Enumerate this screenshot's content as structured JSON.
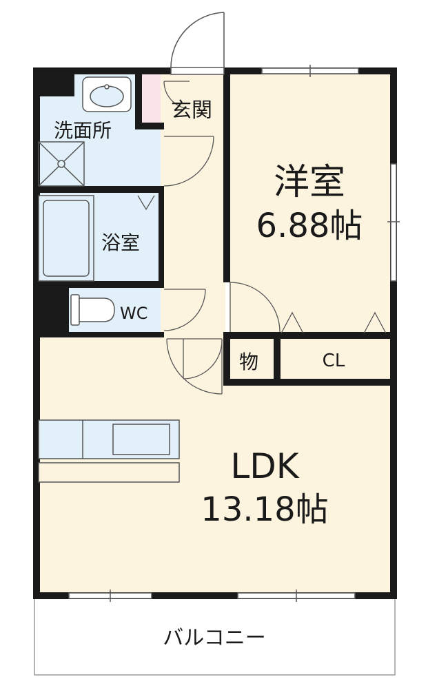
{
  "rooms": {
    "genkan": {
      "label": "玄関"
    },
    "senmenjo": {
      "label": "洗面所"
    },
    "yokushitsu": {
      "label": "浴室"
    },
    "wc": {
      "label": "WC"
    },
    "yoshitsu": {
      "label": "洋室",
      "area": "6.88帖"
    },
    "mono": {
      "label": "物"
    },
    "closet": {
      "label": "CL"
    },
    "ldk": {
      "label": "LDK",
      "area": "13.18帖"
    },
    "balcony": {
      "label": "バルコニー"
    }
  },
  "colors": {
    "wall": "#1a1a1a",
    "floor_wood": "#fdf4e0",
    "floor_wet": "#e2f0f9",
    "floor_storage": "#fbe4ea",
    "outline": "#555555"
  }
}
